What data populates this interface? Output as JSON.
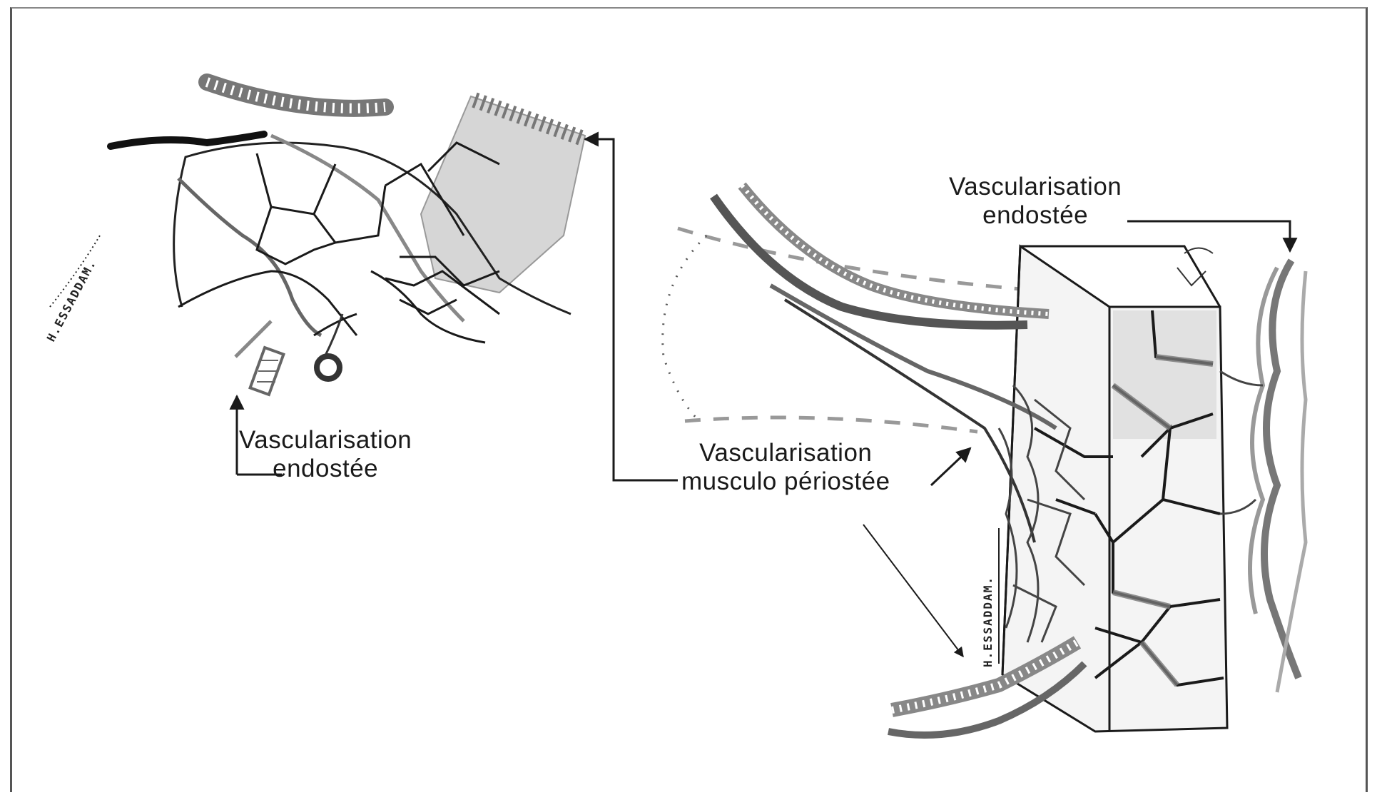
{
  "labels": {
    "left_endosteal": {
      "line1": "Vascularisation",
      "line2": "endostée"
    },
    "right_endosteal": {
      "line1": "Vascularisation",
      "line2": "endostée"
    },
    "musculo_periosteal": {
      "line1": "Vascularisation",
      "line2": "musculo périostée"
    }
  },
  "signature": "H.ESSADDAM.",
  "colors": {
    "ink": "#1a1a1a",
    "vessel_gray": "#7a7a7a",
    "shade": "#cfcfcf"
  }
}
